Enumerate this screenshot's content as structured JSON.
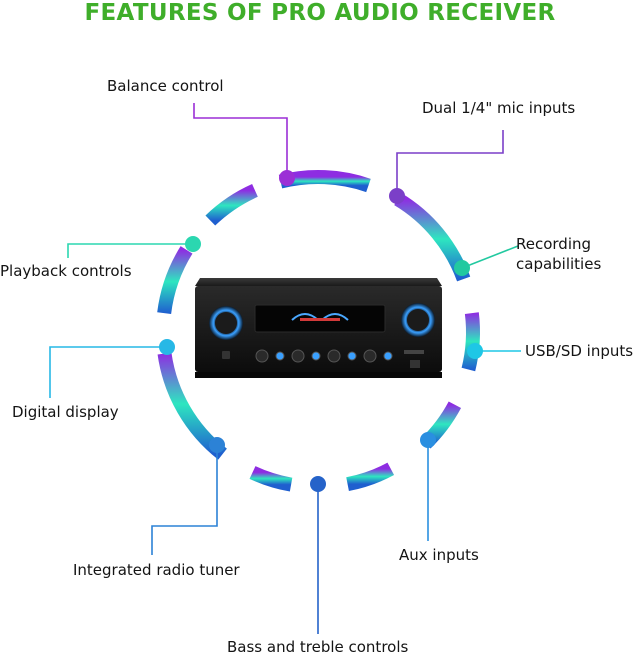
{
  "title": {
    "text": "FEATURES OF PRO AUDIO RECEIVER",
    "color": "#3fae2a"
  },
  "features": [
    {
      "id": "balance",
      "label": "Balance control",
      "color": "#9b2fd6",
      "icon": "dot"
    },
    {
      "id": "mic",
      "label": "Dual 1/4\" mic inputs",
      "color": "#7b3fc8",
      "icon": "dot"
    },
    {
      "id": "recording",
      "label": "Recording capabilities",
      "color": "#22c9a0",
      "icon": "dot"
    },
    {
      "id": "usb",
      "label": "USB/SD inputs",
      "color": "#1ec7e6",
      "icon": "dot"
    },
    {
      "id": "aux",
      "label": "Aux inputs",
      "color": "#2a8fe0",
      "icon": "dot"
    },
    {
      "id": "bass",
      "label": "Bass and treble controls",
      "color": "#2563c9",
      "icon": "dot"
    },
    {
      "id": "radio",
      "label": "Integrated radio tuner",
      "color": "#2c82d6",
      "icon": "dot"
    },
    {
      "id": "display",
      "label": "Digital display",
      "color": "#27b8e6",
      "icon": "dot"
    },
    {
      "id": "playback",
      "label": "Playback controls",
      "color": "#2bd7b0",
      "icon": "dot"
    }
  ],
  "ring_colors": {
    "top": "#8e2de2",
    "mid": "#2ee6c0",
    "bottom": "#1f5fcf"
  },
  "device": {
    "name": "pro-audio-receiver",
    "body_color": "#141414",
    "accent": "#3aa0ff"
  }
}
